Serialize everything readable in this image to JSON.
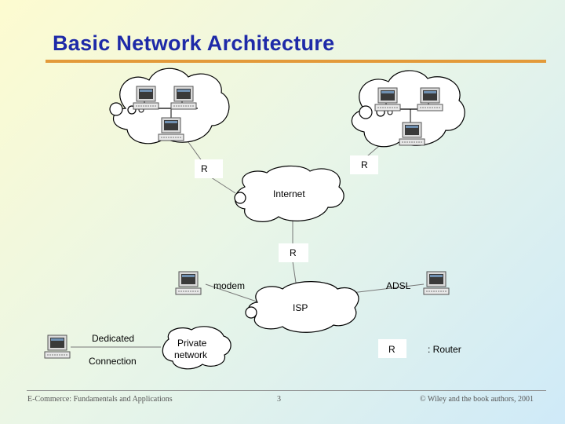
{
  "slide": {
    "title": "Basic Network Architecture",
    "footer_left": "E-Commerce: Fundamentals and Applications",
    "page_number": "3",
    "footer_right": "© Wiley and the book authors, 2001"
  },
  "diagram": {
    "router_letter": "R",
    "internet_label": "Internet",
    "isp_label": "ISP",
    "modem_label": "modem",
    "adsl_label": "ADSL",
    "dedicated_label": "Dedicated",
    "connection_label": "Connection",
    "private_network_label_1": "Private",
    "private_network_label_2": "network",
    "legend_router_letter": "R",
    "legend_router_text": ": Router"
  },
  "colors": {
    "title": "#1e2aa8",
    "title_rule": "#e39a3a"
  }
}
